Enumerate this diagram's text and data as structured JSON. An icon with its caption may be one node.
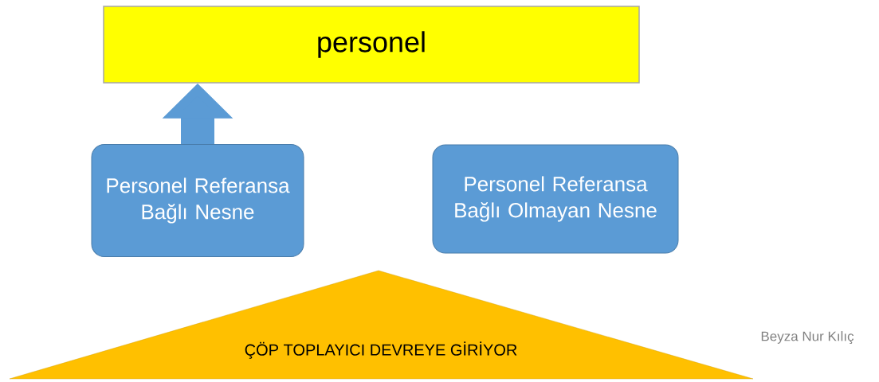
{
  "diagram": {
    "nodes": [
      {
        "text": [
          "personel"
        ]
      },
      {
        "text": [
          "Personel Referansa Bağlı Nesne"
        ]
      },
      {
        "text": [
          "Personel Referansa Bağlı Olmayan Nesne"
        ]
      },
      {
        "text": [
          "ÇÖP TOPLAYICI DEVREYE GİRİYOR"
        ]
      }
    ],
    "edges": [
      {
        "from": 1,
        "to": 0,
        "arrow": "to"
      }
    ],
    "labels": [
      "Beyza Nur Kılıç"
    ]
  }
}
